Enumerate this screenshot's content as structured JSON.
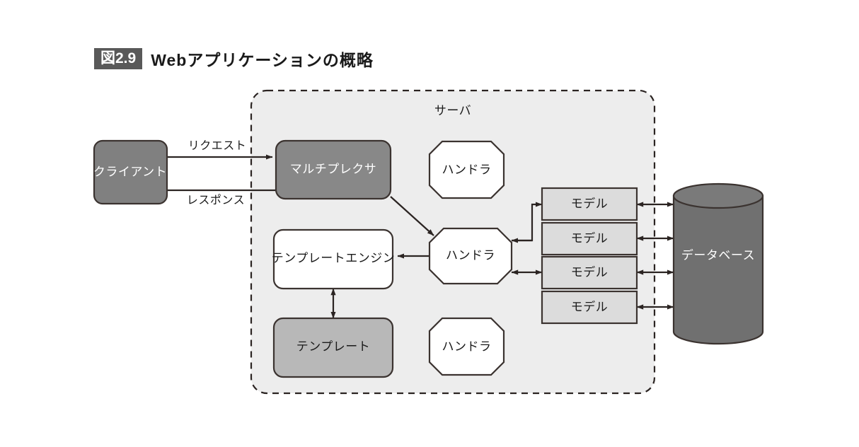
{
  "figure": {
    "badge": "図2.9",
    "title": "Webアプリケーションの概略"
  },
  "colors": {
    "client_fill": "#808080",
    "multiplexer_fill": "#888888",
    "handler_fill": "#ffffff",
    "template_engine_fill": "#ffffff",
    "template_fill": "#b8b8b8",
    "model_fill": "#dcdcdc",
    "database_fill": "#707070",
    "server_region_fill": "#ededed",
    "stroke": "#3b3330",
    "badge_bg": "#595959",
    "text_dark": "#1a1a1a",
    "text_light": "#ffffff"
  },
  "diagram": {
    "type": "block-diagram",
    "region": {
      "label": "サーバ",
      "style": "dashed-rounded"
    },
    "nodes": [
      {
        "id": "client",
        "label": "クライアント",
        "shape": "rounded-rect",
        "fill": "dark",
        "text": "light"
      },
      {
        "id": "multiplexer",
        "label": "マルチプレクサ",
        "shape": "rounded-rect",
        "fill": "dark",
        "text": "light"
      },
      {
        "id": "handler-top",
        "label": "ハンドラ",
        "shape": "octagon",
        "fill": "white",
        "text": "dark"
      },
      {
        "id": "handler-mid",
        "label": "ハンドラ",
        "shape": "octagon",
        "fill": "white",
        "text": "dark"
      },
      {
        "id": "handler-bottom",
        "label": "ハンドラ",
        "shape": "octagon",
        "fill": "white",
        "text": "dark"
      },
      {
        "id": "template-engine",
        "label": "テンプレートエンジン",
        "shape": "rounded-rect",
        "fill": "white",
        "text": "dark"
      },
      {
        "id": "template",
        "label": "テンプレート",
        "shape": "rounded-rect",
        "fill": "medium",
        "text": "dark"
      },
      {
        "id": "model-1",
        "label": "モデル",
        "shape": "rect",
        "fill": "light",
        "text": "dark"
      },
      {
        "id": "model-2",
        "label": "モデル",
        "shape": "rect",
        "fill": "light",
        "text": "dark"
      },
      {
        "id": "model-3",
        "label": "モデル",
        "shape": "rect",
        "fill": "light",
        "text": "dark"
      },
      {
        "id": "model-4",
        "label": "モデル",
        "shape": "rect",
        "fill": "light",
        "text": "dark"
      },
      {
        "id": "database",
        "label": "データベース",
        "shape": "cylinder",
        "fill": "dark",
        "text": "light"
      }
    ],
    "edges": [
      {
        "from": "client",
        "to": "multiplexer",
        "label": "リクエスト",
        "direction": "forward"
      },
      {
        "from": "multiplexer",
        "to": "client",
        "label": "レスポンス",
        "direction": "forward"
      },
      {
        "from": "multiplexer",
        "to": "handler-mid",
        "label": "",
        "direction": "forward"
      },
      {
        "from": "handler-mid",
        "to": "template-engine",
        "label": "",
        "direction": "forward"
      },
      {
        "from": "template-engine",
        "to": "template",
        "label": "",
        "direction": "both"
      },
      {
        "from": "handler-mid",
        "to": "model-1",
        "label": "",
        "direction": "both"
      },
      {
        "from": "handler-mid",
        "to": "model-3",
        "label": "",
        "direction": "both"
      },
      {
        "from": "model-1",
        "to": "database",
        "label": "",
        "direction": "both"
      },
      {
        "from": "model-2",
        "to": "database",
        "label": "",
        "direction": "both"
      },
      {
        "from": "model-3",
        "to": "database",
        "label": "",
        "direction": "both"
      },
      {
        "from": "model-4",
        "to": "database",
        "label": "",
        "direction": "both"
      }
    ]
  }
}
